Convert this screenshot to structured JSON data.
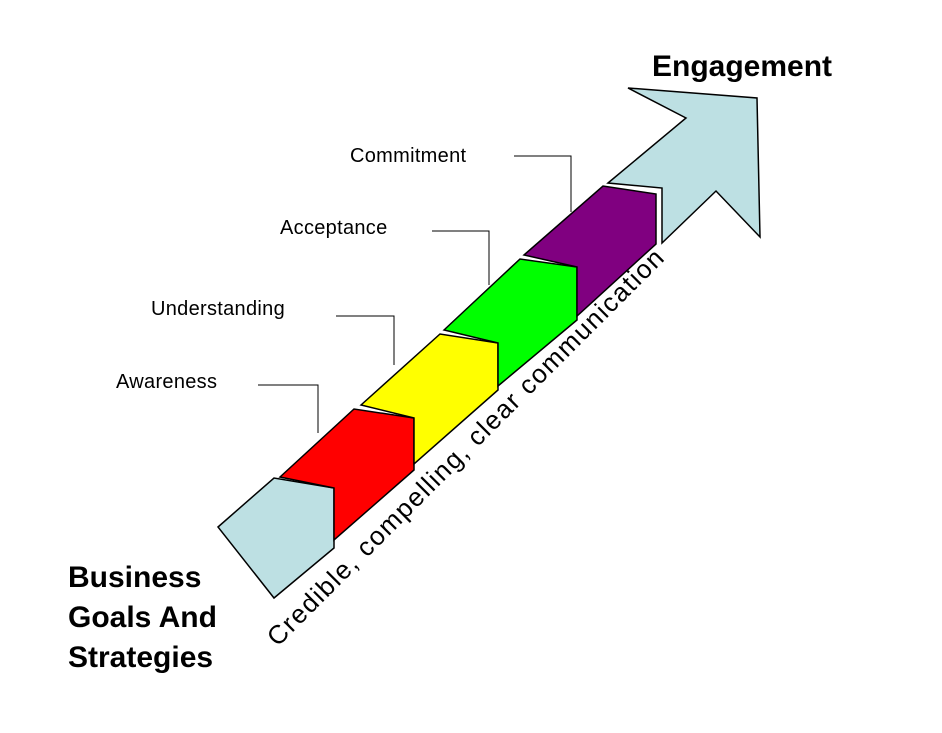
{
  "diagram": {
    "start_label": [
      "Business",
      "Goals And",
      "Strategies"
    ],
    "end_label": "Engagement",
    "arrow_caption": "Credible, compelling, clear communication",
    "stages": [
      {
        "label": "Awareness",
        "color": "#ff0000"
      },
      {
        "label": "Understanding",
        "color": "#ffff00"
      },
      {
        "label": "Acceptance",
        "color": "#00ff00"
      },
      {
        "label": "Commitment",
        "color": "#800080"
      }
    ],
    "arrow_color": "#bde0e3",
    "outline_color": "#000000"
  }
}
